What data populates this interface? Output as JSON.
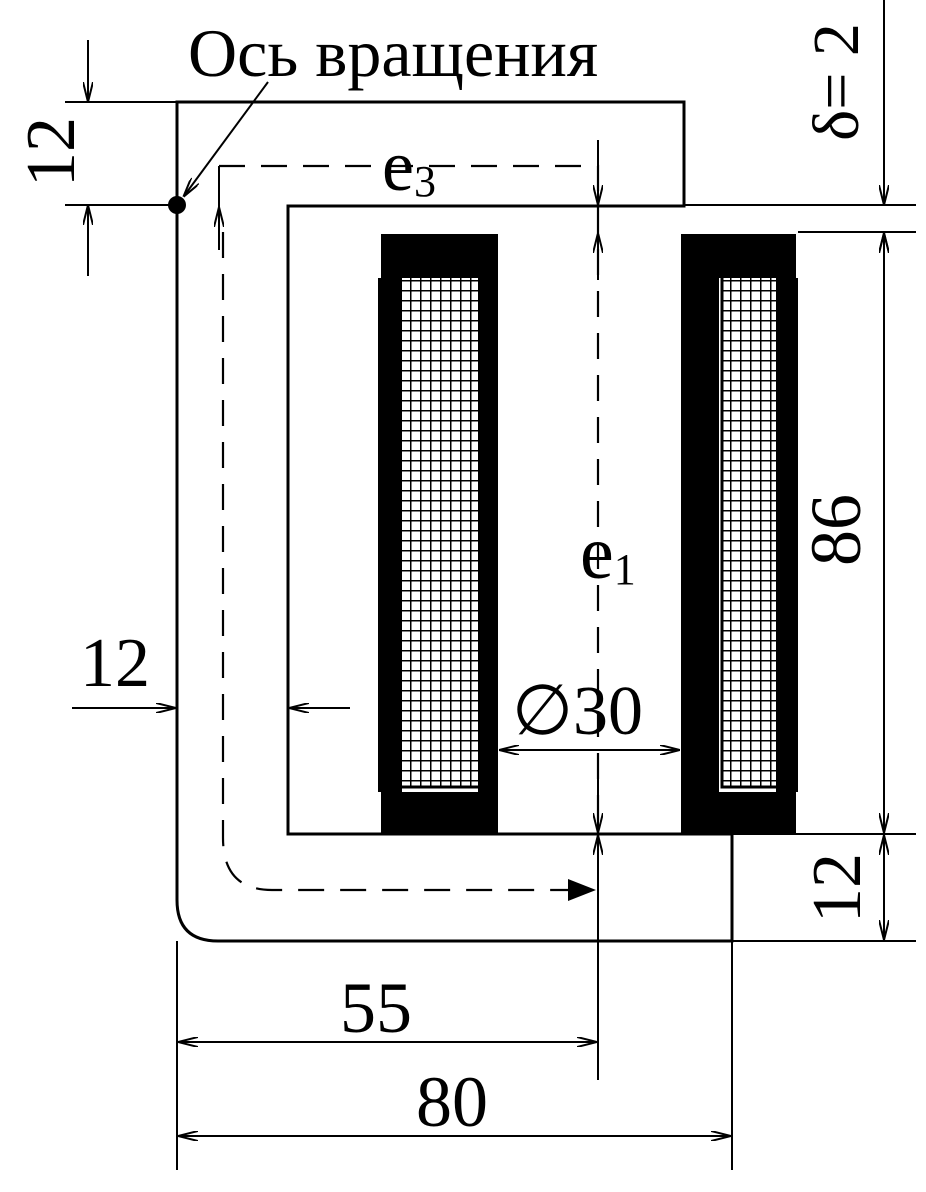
{
  "drawing": {
    "axis_label": "Ось вращения",
    "gap_label": "δ= 2",
    "path_e3": {
      "base": "e",
      "sub": "3"
    },
    "path_e1": {
      "base": "e",
      "sub": "1"
    },
    "diameter_label": "∅30",
    "dimensions": {
      "top_thickness": "12",
      "side_thickness": "12",
      "bottom_thickness": "12",
      "window_height": "86",
      "axis_to_core": "55",
      "overall_width": "80"
    }
  }
}
